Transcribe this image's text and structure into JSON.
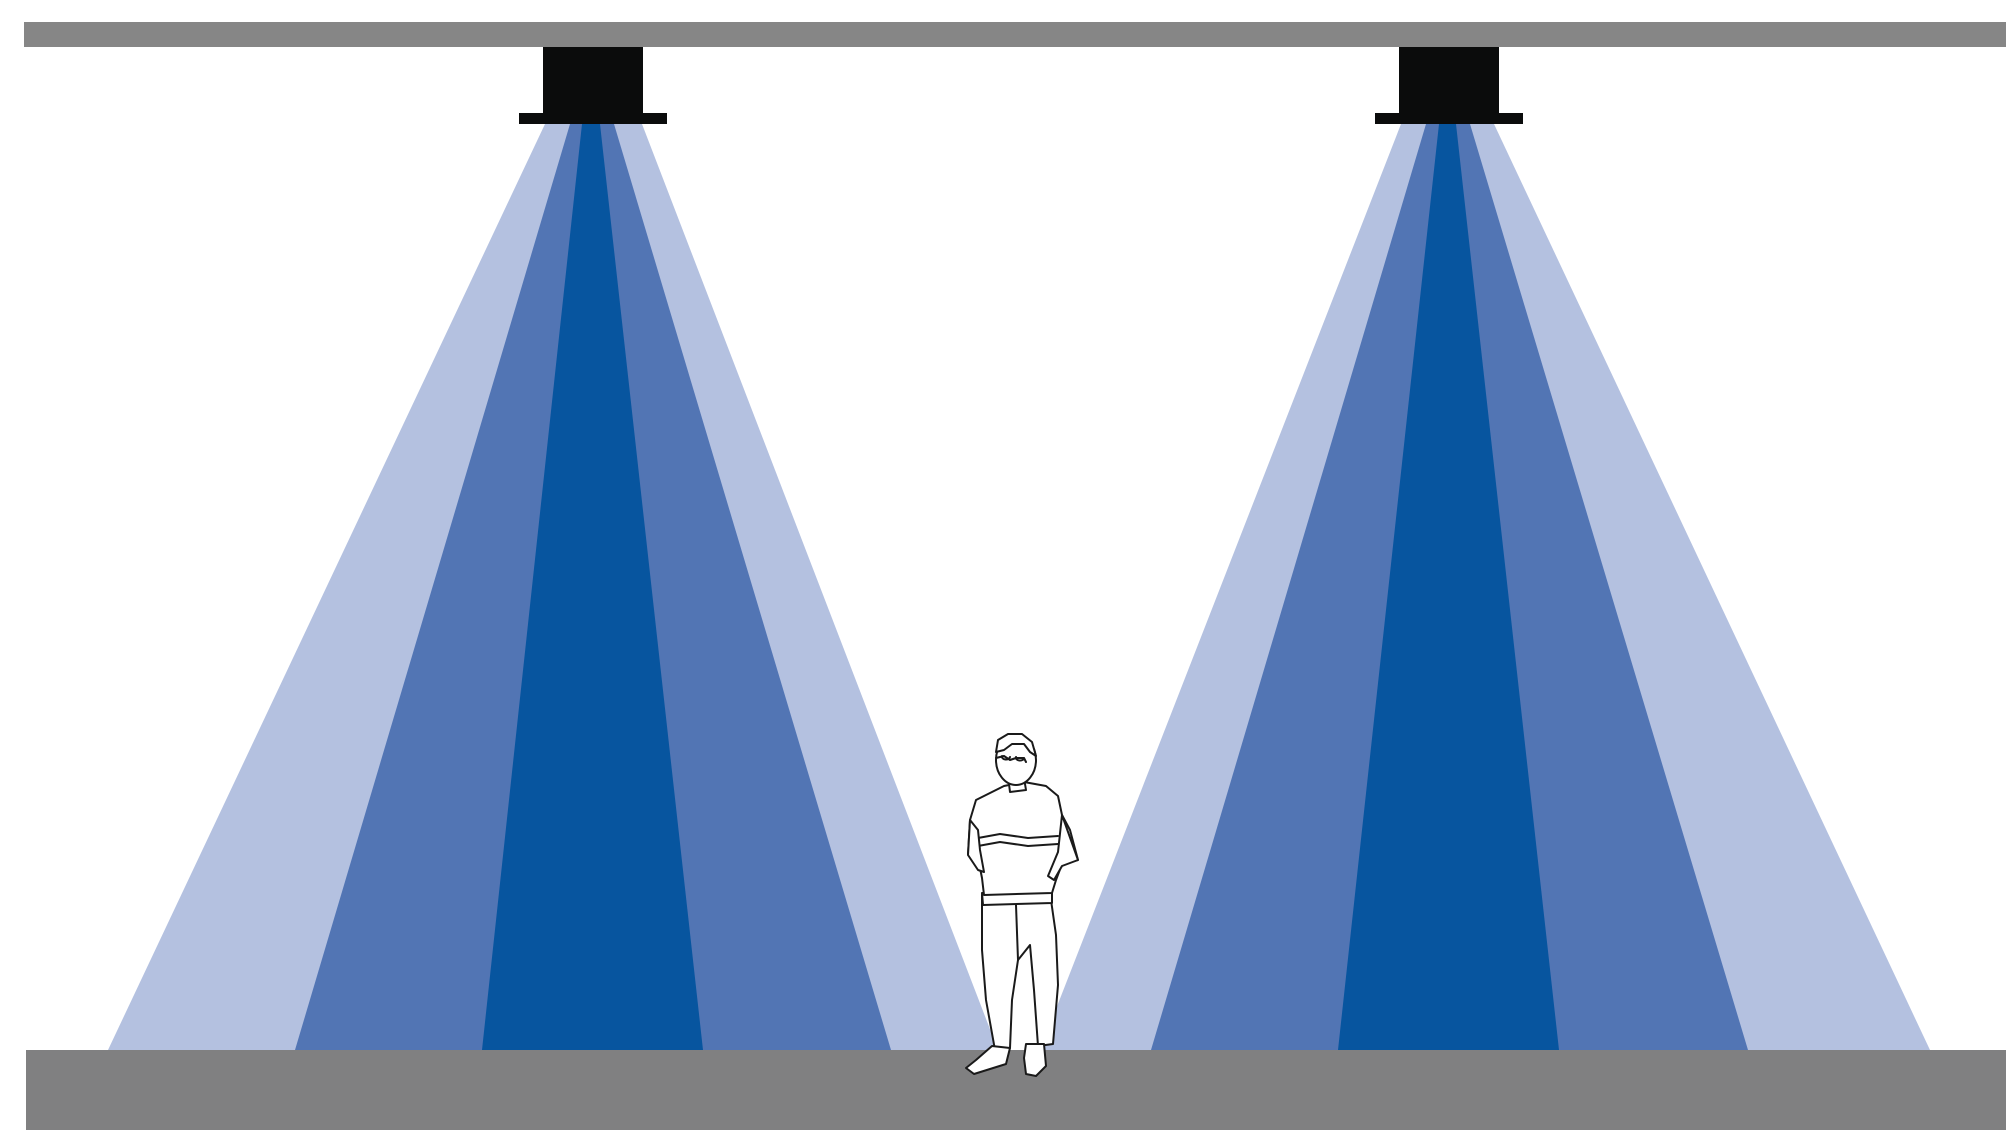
{
  "colors": {
    "background": "#ffffff",
    "ceiling": "#868686",
    "floor": "#808081",
    "fixture": "#0b0c0c",
    "beam_outer": "#b4c1e0",
    "beam_middle": "#5275b4",
    "beam_inner": "#07559f",
    "person_fill": "#ffffff",
    "person_stroke": "#1a1a1a"
  },
  "scene": {
    "fixture_count": 2,
    "beam_layers": [
      "outer",
      "middle",
      "inner"
    ],
    "person_count": 1
  }
}
